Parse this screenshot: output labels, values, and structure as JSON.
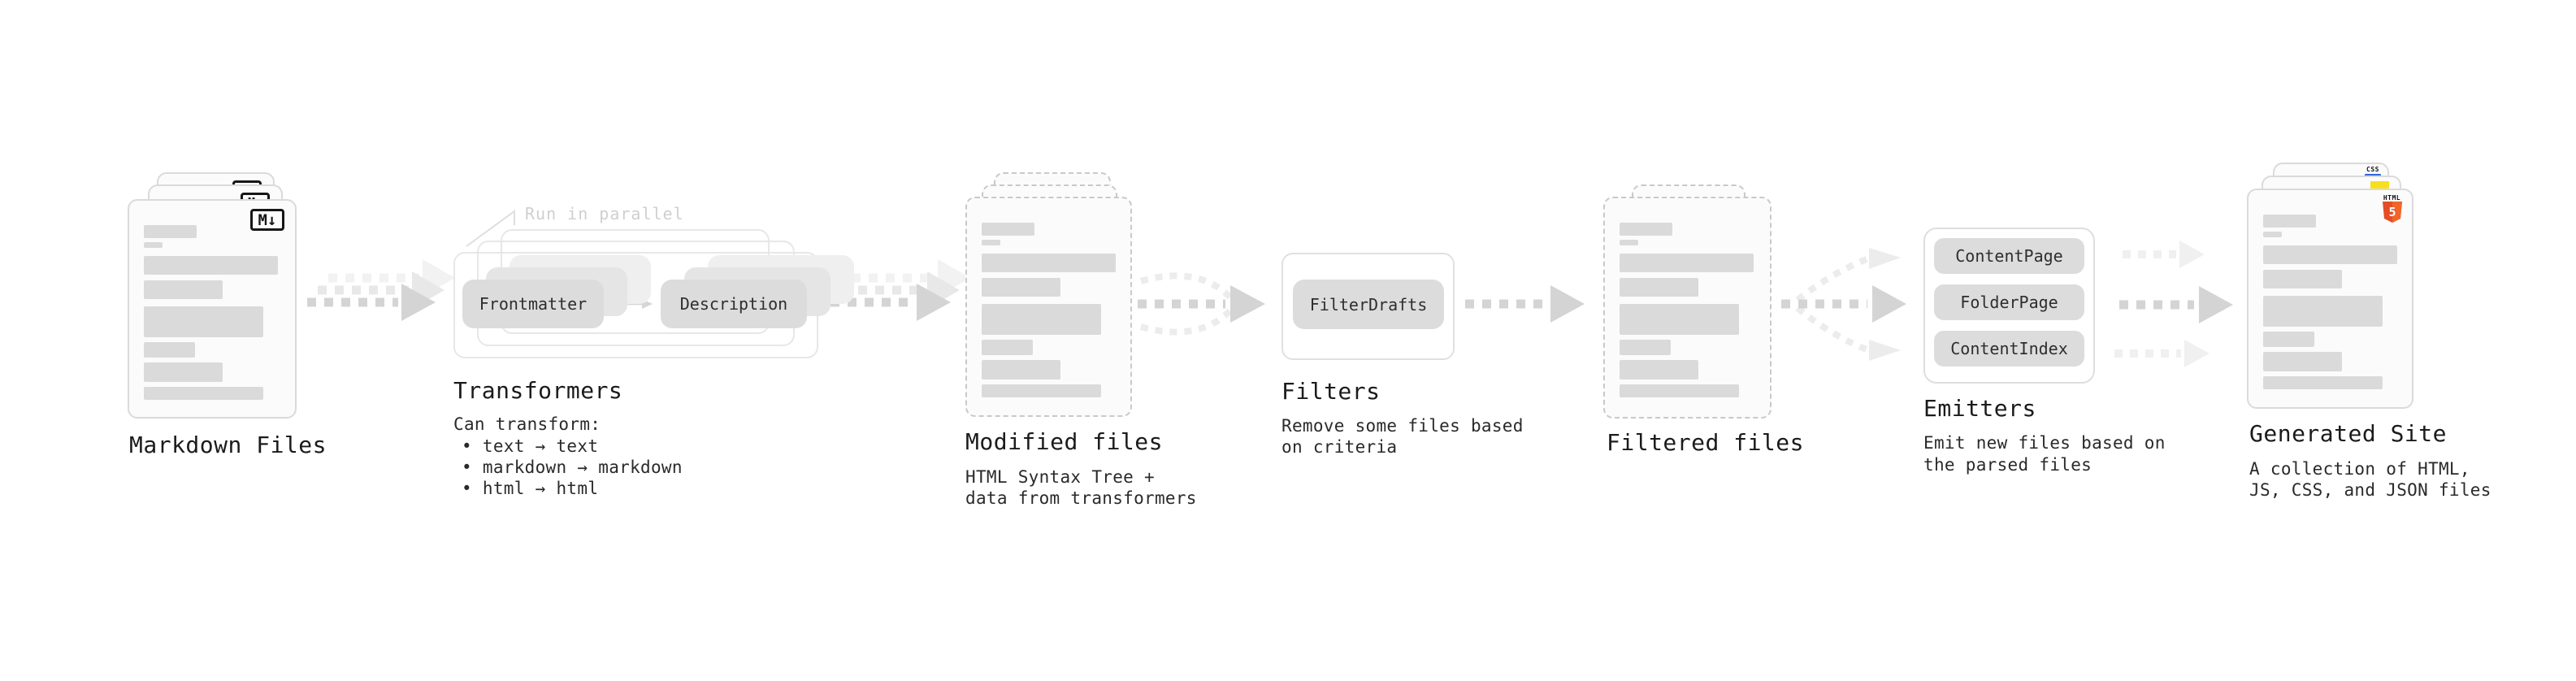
{
  "nodes": {
    "markdown": {
      "label": "Markdown Files",
      "badge": "M↓"
    },
    "transformers": {
      "label": "Transformers",
      "annotation": "Run in parallel",
      "pills": [
        "Frontmatter",
        "Description"
      ],
      "desc": [
        "Can transform:",
        "• text → text",
        "• markdown → markdown",
        "• html → html"
      ]
    },
    "modified": {
      "label": "Modified files",
      "desc": [
        "HTML Syntax Tree +",
        "data from transformers"
      ]
    },
    "filters": {
      "label": "Filters",
      "pills": [
        "FilterDrafts"
      ],
      "desc": [
        "Remove some files based",
        "on criteria"
      ]
    },
    "filtered": {
      "label": "Filtered files"
    },
    "emitters": {
      "label": "Emitters",
      "pills": [
        "ContentPage",
        "FolderPage",
        "ContentIndex"
      ],
      "desc": [
        "Emit new files based on",
        "the parsed files"
      ]
    },
    "generated": {
      "label": "Generated Site",
      "badges": {
        "css": "CSS",
        "html_word": "HTML",
        "html_number": "5"
      },
      "desc": [
        "A collection of HTML,",
        "JS, CSS, and JSON files"
      ]
    }
  },
  "colors": {
    "html5_orange": "#e44d26",
    "html5_orange_light": "#f16529",
    "js_yellow": "#f7df1e",
    "css_blue": "#2b66e0",
    "pill_gray": "#dcdcdc",
    "bar_gray": "#dadada",
    "arrow_gray": "#d4d4d4",
    "text_dark": "#1b1b1b"
  }
}
